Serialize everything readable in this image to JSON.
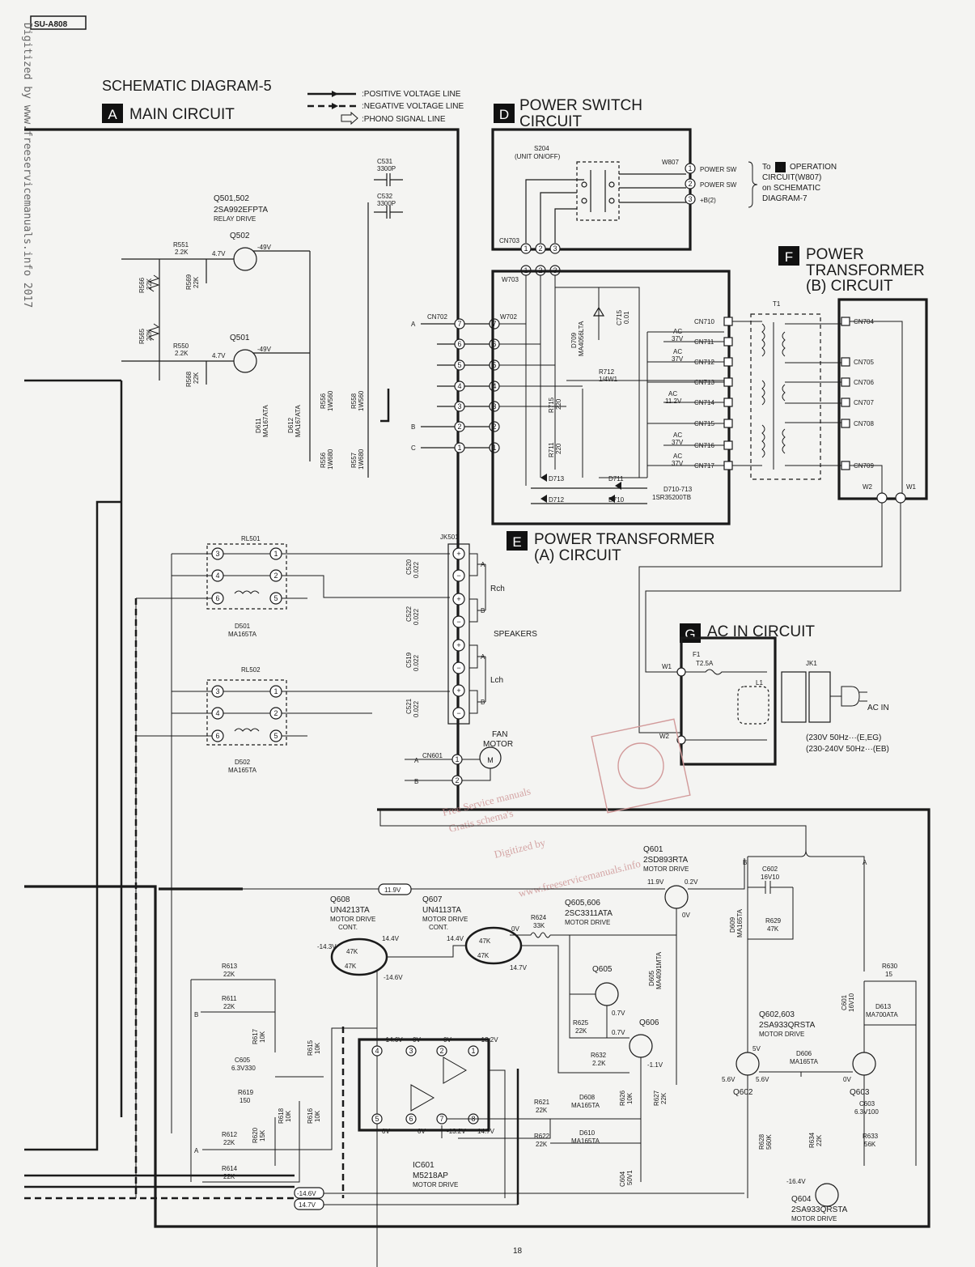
{
  "header": {
    "model": "SU-A808",
    "title": "SCHEMATIC DIAGRAM-5"
  },
  "watermark": "Digitized by www.freeservicemanuals.info 2017",
  "legend": {
    "positive": ":POSITIVE VOLTAGE LINE",
    "negative": ":NEGATIVE VOLTAGE LINE",
    "phono": ":PHONO SIGNAL LINE"
  },
  "sections": {
    "A": {
      "letter": "A",
      "name": "MAIN CIRCUIT"
    },
    "D": {
      "letter": "D",
      "name1": "POWER SWITCH",
      "name2": "CIRCUIT"
    },
    "E": {
      "letter": "E",
      "name1": "POWER TRANSFORMER",
      "name2": "(A) CIRCUIT"
    },
    "F": {
      "letter": "F",
      "name1": "POWER",
      "name2": "TRANSFORMER",
      "name3": "(B) CIRCUIT"
    },
    "G": {
      "letter": "G",
      "name": "AC IN CIRCUIT"
    }
  },
  "note_h": {
    "to": "To",
    "letter": "H",
    "l1": "OPERATION",
    "l2": "CIRCUIT(W807)",
    "l3": "on SCHEMATIC",
    "l4": "DIAGRAM-7"
  },
  "power_switch": {
    "ref": "S204",
    "desc": "(UNIT ON/OFF)",
    "conn": "W807",
    "p1": "POWER SW",
    "p2": "POWER SW",
    "p3": "+B(2)",
    "cn703": "CN703",
    "w703": "W703"
  },
  "caps_top": {
    "c531": "C531",
    "c531v": "3300P",
    "c532": "C532",
    "c532v": "3300P"
  },
  "relay_drive": {
    "title": "Q501,502",
    "part": "2SA992EFPTA",
    "desc": "RELAY DRIVE",
    "q502": "Q502",
    "q501": "Q501",
    "v47a": "4.7V",
    "v49a": "-49V",
    "v47b": "4.7V",
    "v49b": "-49V"
  },
  "resistors_left": {
    "r551": "R551",
    "r551v": "2.2K",
    "r550": "R550",
    "r550v": "2.2K",
    "r566": "R566",
    "r566v": "22K",
    "r569": "R569",
    "r569v": "22K",
    "r565": "R565",
    "r565v": "22K",
    "r568": "R568",
    "r568v": "22K",
    "d611": "D611",
    "d611v": "MA167ATA",
    "d612": "D612",
    "d612v": "MA167ATA",
    "r556a": "R556",
    "r556av": "1W560",
    "r558": "R558",
    "r558v": "1W560",
    "r556b": "R556",
    "r556bv": "1W680",
    "r557": "R557",
    "r557v": "1W680"
  },
  "connectors": {
    "cn702": "CN702",
    "w702": "W702",
    "a": "A",
    "b": "B",
    "c": "C"
  },
  "transformer_a": {
    "d709": "D709",
    "d709v": "MA4056LTA",
    "c715": "C715",
    "c715v": "0.01",
    "r712": "R712",
    "r712v": "1/4W1",
    "r715": "R715",
    "r715v": "220",
    "r711": "R711",
    "r711v": "220",
    "d713": "D713",
    "d711": "D711",
    "d712": "D712",
    "d710": "D710",
    "diodes": "D710-713",
    "diodes_part": "1SR35200TB",
    "ac37": "AC",
    "v37": "37V",
    "v112": "11.2V",
    "cn710": "CN710",
    "cn711": "CN711",
    "cn712": "CN712",
    "cn713": "CN713",
    "cn714": "CN714",
    "cn715": "CN715",
    "cn716": "CN716",
    "cn717": "CN717"
  },
  "transformer_b": {
    "t1": "T1",
    "cn704": "CN704",
    "cn705": "CN705",
    "cn706": "CN706",
    "cn707": "CN707",
    "cn708": "CN708",
    "cn709": "CN709",
    "w1": "W1",
    "w2": "W2"
  },
  "relays": {
    "rl501": "RL501",
    "rl502": "RL502",
    "d501": "D501",
    "d501v": "MA165TA",
    "d502": "D502",
    "d502v": "MA165TA"
  },
  "speakers": {
    "jk501": "JK501",
    "rch": "Rch",
    "lch": "Lch",
    "label": "SPEAKERS",
    "a": "A",
    "b": "B",
    "c520": "C520",
    "c522": "C522",
    "c519": "C519",
    "c521": "C521",
    "cval": "0.022"
  },
  "fan": {
    "l1": "FAN",
    "l2": "MOTOR",
    "m": "M",
    "cn601": "CN601",
    "a": "A",
    "b": "B"
  },
  "ac_in": {
    "f1": "F1",
    "f1v": "T2.5A",
    "l1": "L1",
    "jk1": "JK1",
    "w1": "W1",
    "w2": "W2",
    "acin": "AC IN",
    "v1": "(230V 50Hz···(E,EG)",
    "v2": "(230-240V 50Hz···(EB)"
  },
  "motor_drive": {
    "q601": "Q601",
    "q601p": "2SD893RTA",
    "q601d": "MOTOR DRIVE",
    "v119a": "11.9V",
    "v02": "0.2V",
    "v0": "0V",
    "q608": "Q608",
    "q608p": "UN4213TA",
    "q608d1": "MOTOR DRIVE",
    "q608d2": "CONT.",
    "q607": "Q607",
    "q607p": "UN4113TA",
    "q607d1": "MOTOR DRIVE",
    "q607d2": "CONT.",
    "q605606": "Q605,606",
    "q605606p": "2SC3311ATA",
    "q605606d": "MOTOR DRIVE",
    "r624": "R624",
    "r624v": "33K",
    "v0b": "0V",
    "v119": "11.9V",
    "vm143": "-14.3V",
    "v144a": "14.4V",
    "v144b": "14.4V",
    "v147": "14.7V",
    "vm146": "-14.6V",
    "k47a": "47K",
    "k47b": "47K",
    "k47c": "47K",
    "k47d": "47K",
    "d605": "D605",
    "d605v": "MA4091MTA",
    "q605": "Q605",
    "q606": "Q606",
    "v07a": "0.7V",
    "v07b": "0.7V",
    "vm11": "-1.1V",
    "r625": "R625",
    "r625v": "22K",
    "r632": "R632",
    "r632v": "2.2K",
    "c602": "C602",
    "c602v": "16V10",
    "d609": "D609",
    "d609v": "MA165TA",
    "r629": "R629",
    "r629v": "47K",
    "r630": "R630",
    "r630v": "15",
    "c601": "C601",
    "c601v": "16V10",
    "d613": "D613",
    "d613v": "MA700ATA",
    "q602603": "Q602,603",
    "q602603p": "2SA933QRSTA",
    "q602603d": "MOTOR DRIVE",
    "v5": "5V",
    "v56a": "5.6V",
    "v56b": "5.6V",
    "d606": "D606",
    "d606v": "MA165TA",
    "v0c": "0V",
    "q602": "Q602",
    "q603": "Q603",
    "c603": "C603",
    "c603v": "6.3V100",
    "r628": "R628",
    "r628v": "560K",
    "r634": "R634",
    "r634v": "22K",
    "r633": "R633",
    "r633v": "56K",
    "vm164": "-16.4V",
    "q604": "Q604",
    "q604p": "2SA933QRSTA",
    "q604d": "MOTOR DRIVE",
    "r613": "R613",
    "r613v": "22K",
    "r611": "R611",
    "r611v": "22K",
    "r617": "R617",
    "r617v": "10K",
    "c605": "C605",
    "c605v": "6.3V330",
    "r619": "R619",
    "r619v": "150",
    "r620": "R620",
    "r620v": "15K",
    "r618": "R618",
    "r618v": "10K",
    "r615": "R615",
    "r615v": "10K",
    "r616": "R616",
    "r616v": "10K",
    "r612": "R612",
    "r612v": "22K",
    "r614": "R614",
    "r614v": "22K",
    "r621": "R621",
    "r621v": "22K",
    "r622": "R622",
    "r622v": "22K",
    "d608": "D608",
    "d608v": "MA165TA",
    "d610": "D610",
    "d610v": "MA165TA",
    "r626": "R626",
    "r626v": "10K",
    "r627": "R627",
    "r627v": "22K",
    "c604": "C604",
    "c604v": "50V1",
    "ic601": "IC601",
    "ic601p": "M5218AP",
    "ic601d": "MOTOR DRIVE",
    "vm146b": "-14.6V",
    "v0d": "0V",
    "v0e": "0V",
    "vm132a": "-13.2V",
    "v0f": "0V",
    "v0g": "0V",
    "vm132b": "-13.2V",
    "v147b": "14.7V",
    "bus1": "-14.6V",
    "bus2": "14.7V",
    "a": "A",
    "b": "B"
  },
  "stamp": {
    "l1": "Free Service manuals",
    "l2": "Gratis schema's",
    "l3": "Digitized by",
    "l4": "www.freeservicemanuals.info"
  },
  "page_number": "18"
}
